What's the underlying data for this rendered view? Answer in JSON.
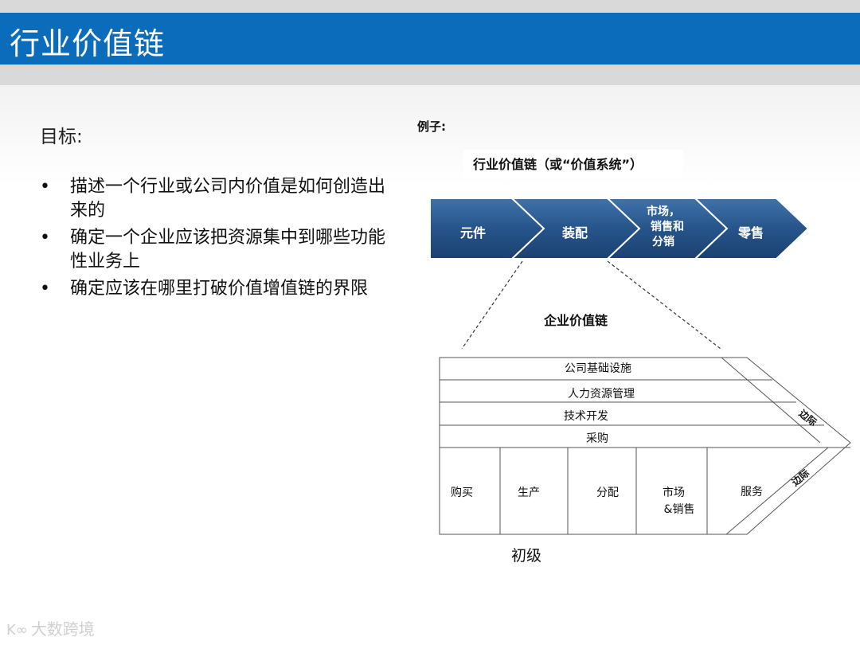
{
  "slide": {
    "title": "行业价值链"
  },
  "left": {
    "goal_label": "目标:",
    "bullet_symbol": "•",
    "bullets": [
      "描述一个行业或公司内价值是如何创造出来的",
      "确定一个企业应该把资源集中到哪些功能性业务上",
      "确定应该在哪里打破价值增值链的界限"
    ]
  },
  "example": {
    "label": "例子:",
    "industry_chain_title": "行业价值链（或“价值系统”）",
    "industry_steps": [
      {
        "lines": [
          "元件"
        ]
      },
      {
        "lines": [
          "装配"
        ]
      },
      {
        "lines": [
          "市场，",
          "销售和",
          "分销"
        ]
      },
      {
        "lines": [
          "零售"
        ]
      }
    ],
    "firm_chain_title": "企业价值链",
    "support_activities": [
      "公司基础设施",
      "人力资源管理",
      "技术开发",
      "采购"
    ],
    "primary_activities": [
      {
        "lines": [
          "购买"
        ]
      },
      {
        "lines": [
          "生产"
        ]
      },
      {
        "lines": [
          "分配"
        ]
      },
      {
        "lines": [
          "市场",
          "&销售"
        ]
      },
      {
        "lines": [
          "服务"
        ]
      }
    ],
    "margin_label": "边际",
    "bottom_caption": "初级"
  },
  "colors": {
    "title_bar": "#0b6cbb",
    "chevron_dark": "#1d4677",
    "chevron_light": "#3a6ea5"
  },
  "watermark": {
    "icon": "K∞",
    "text": "大数跨境"
  }
}
